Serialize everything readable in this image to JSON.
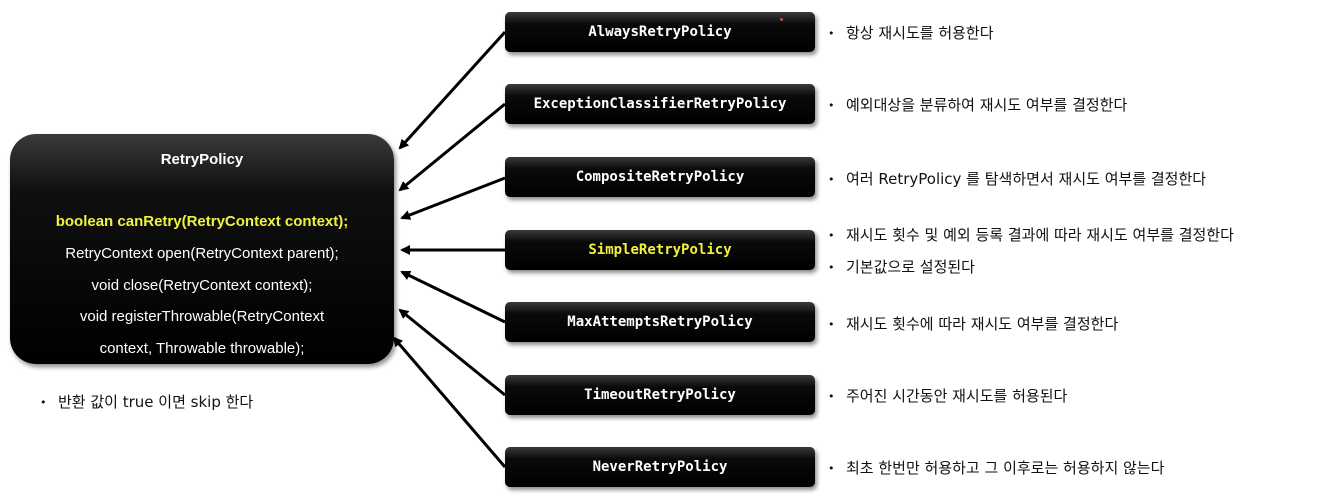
{
  "main": {
    "title": "RetryPolicy",
    "method_highlight": "boolean canRetry(RetryContext context);",
    "method_open": "RetryContext open(RetryContext parent);",
    "method_close": "void close(RetryContext context);",
    "method_register_1": "void registerThrowable(RetryContext",
    "method_register_2": "context, Throwable throwable);"
  },
  "note": {
    "bullet": "•",
    "text": "반환 값이 true 이면 skip 한다"
  },
  "policies": [
    {
      "name": "AlwaysRetryPolicy",
      "desc": [
        "항상 재시도를 허용한다"
      ]
    },
    {
      "name": "ExceptionClassifierRetryPolicy",
      "desc": [
        "예외대상을 분류하여 재시도 여부를 결정한다"
      ]
    },
    {
      "name": "CompositeRetryPolicy",
      "desc": [
        "여러 RetryPolicy 를 탐색하면서 재시도 여부를 결정한다"
      ]
    },
    {
      "name": "SimpleRetryPolicy",
      "desc": [
        "재시도 횟수 및 예외 등록 결과에 따라 재시도 여부를 결정한다",
        "기본값으로 설정된다"
      ]
    },
    {
      "name": "MaxAttemptsRetryPolicy",
      "desc": [
        "재시도 횟수에 따라 재시도 여부를 결정한다"
      ]
    },
    {
      "name": "TimeoutRetryPolicy",
      "desc": [
        "주어진 시간동안 재시도를 허용된다"
      ]
    },
    {
      "name": "NeverRetryPolicy",
      "desc": [
        "최초 한번만 허용하고 그 이후로는 허용하지 않는다"
      ]
    }
  ],
  "bullet_symbol": "•",
  "colors": {
    "box_background": "#000000",
    "highlight_text": "#f1f23e",
    "box_text": "#ffffff",
    "arrow": "#000000"
  }
}
